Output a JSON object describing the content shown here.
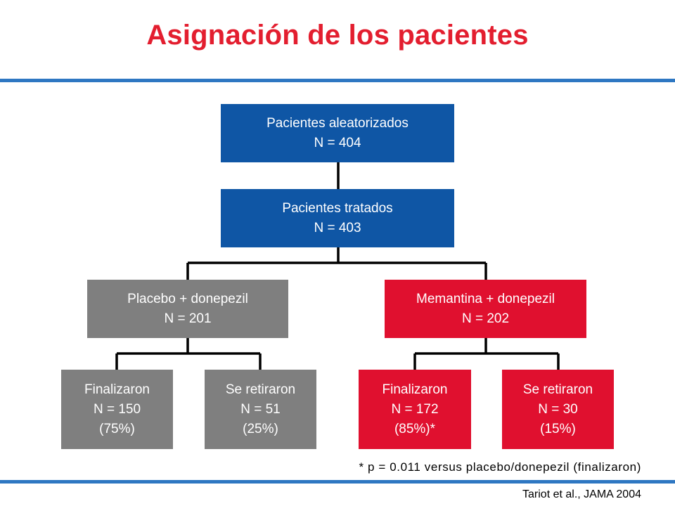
{
  "title": "Asignación de los pacientes",
  "colors": {
    "title": "#e31e2f",
    "rule": "#2e77c2",
    "blue_box": "#0f56a5",
    "gray_box": "#7f7f7f",
    "red_box": "#e0102f"
  },
  "nodes": {
    "randomized": {
      "line1": "Pacientes aleatorizados",
      "line2": "N = 404"
    },
    "treated": {
      "line1": "Pacientes tratados",
      "line2": "N = 403"
    },
    "placebo": {
      "line1": "Placebo + donepezil",
      "line2": "N = 201"
    },
    "memantine": {
      "line1": "Memantina + donepezil",
      "line2": "N = 202"
    },
    "placebo_completed": {
      "line1": "Finalizaron",
      "line2": "N = 150",
      "line3": "(75%)"
    },
    "placebo_withdrew": {
      "line1": "Se retiraron",
      "line2": "N = 51",
      "line3": "(25%)"
    },
    "memantine_completed": {
      "line1": "Finalizaron",
      "line2": "N = 172",
      "line3": "(85%)*"
    },
    "memantine_withdrew": {
      "line1": "Se retiraron",
      "line2": "N = 30",
      "line3": "(15%)"
    }
  },
  "footnote": "* p = 0.011 versus placebo/donepezil (finalizaron)",
  "citation": "Tariot et al., JAMA 2004"
}
